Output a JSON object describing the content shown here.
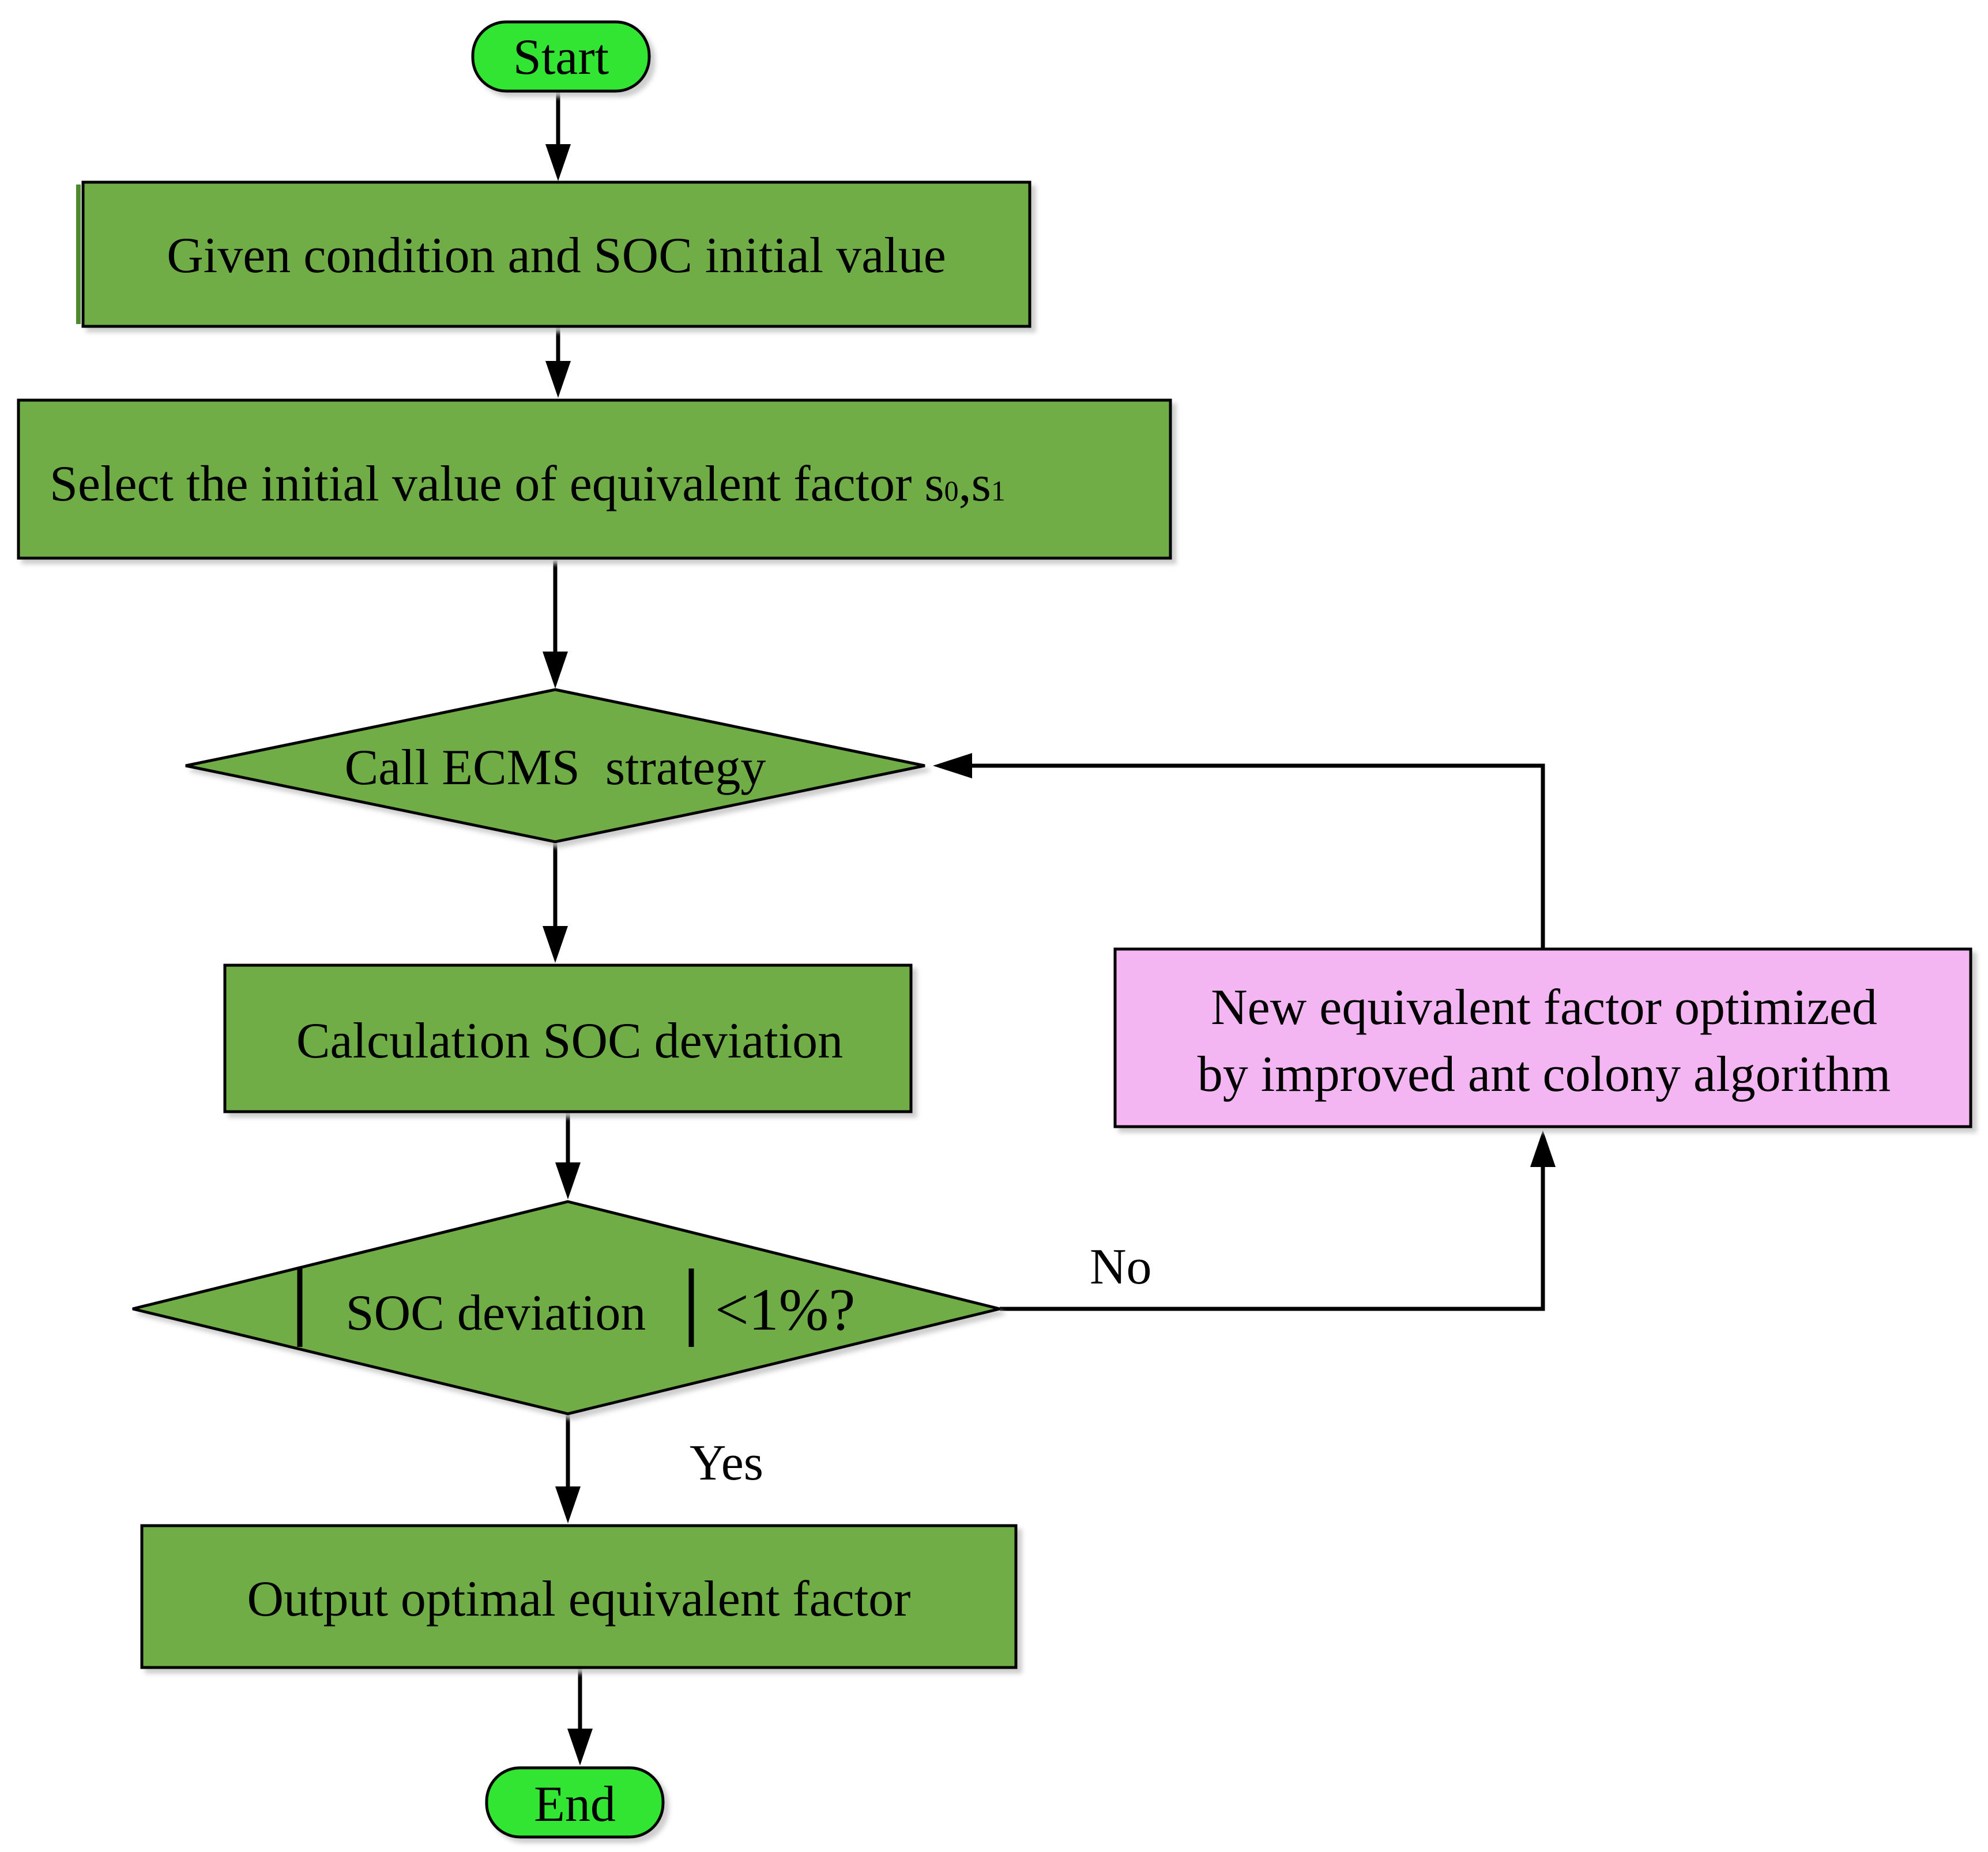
{
  "diagram": {
    "colors": {
      "process_fill": "#70AD47",
      "terminal_fill": "#33E533",
      "optimizer_fill": "#F4B6F2",
      "stroke": "#000000",
      "shadow": "#D0D0D0"
    },
    "nodes": {
      "start": "Start",
      "given": "Given condition and SOC initial value",
      "select": {
        "text": "Select the initial value of equivalent factor s",
        "sub0": "0",
        "sep": ",s",
        "sub1": "1"
      },
      "call": "Call ECMS  strategy",
      "calc": "Calculation SOC deviation",
      "decision": {
        "text": "SOC deviation",
        "suffix": "<1%?"
      },
      "optimizer": {
        "line1": "New equivalent factor optimized",
        "line2": "by improved ant colony algorithm"
      },
      "output": "Output optimal equivalent factor",
      "end": "End"
    },
    "edge_labels": {
      "no": "No",
      "yes": "Yes"
    }
  }
}
